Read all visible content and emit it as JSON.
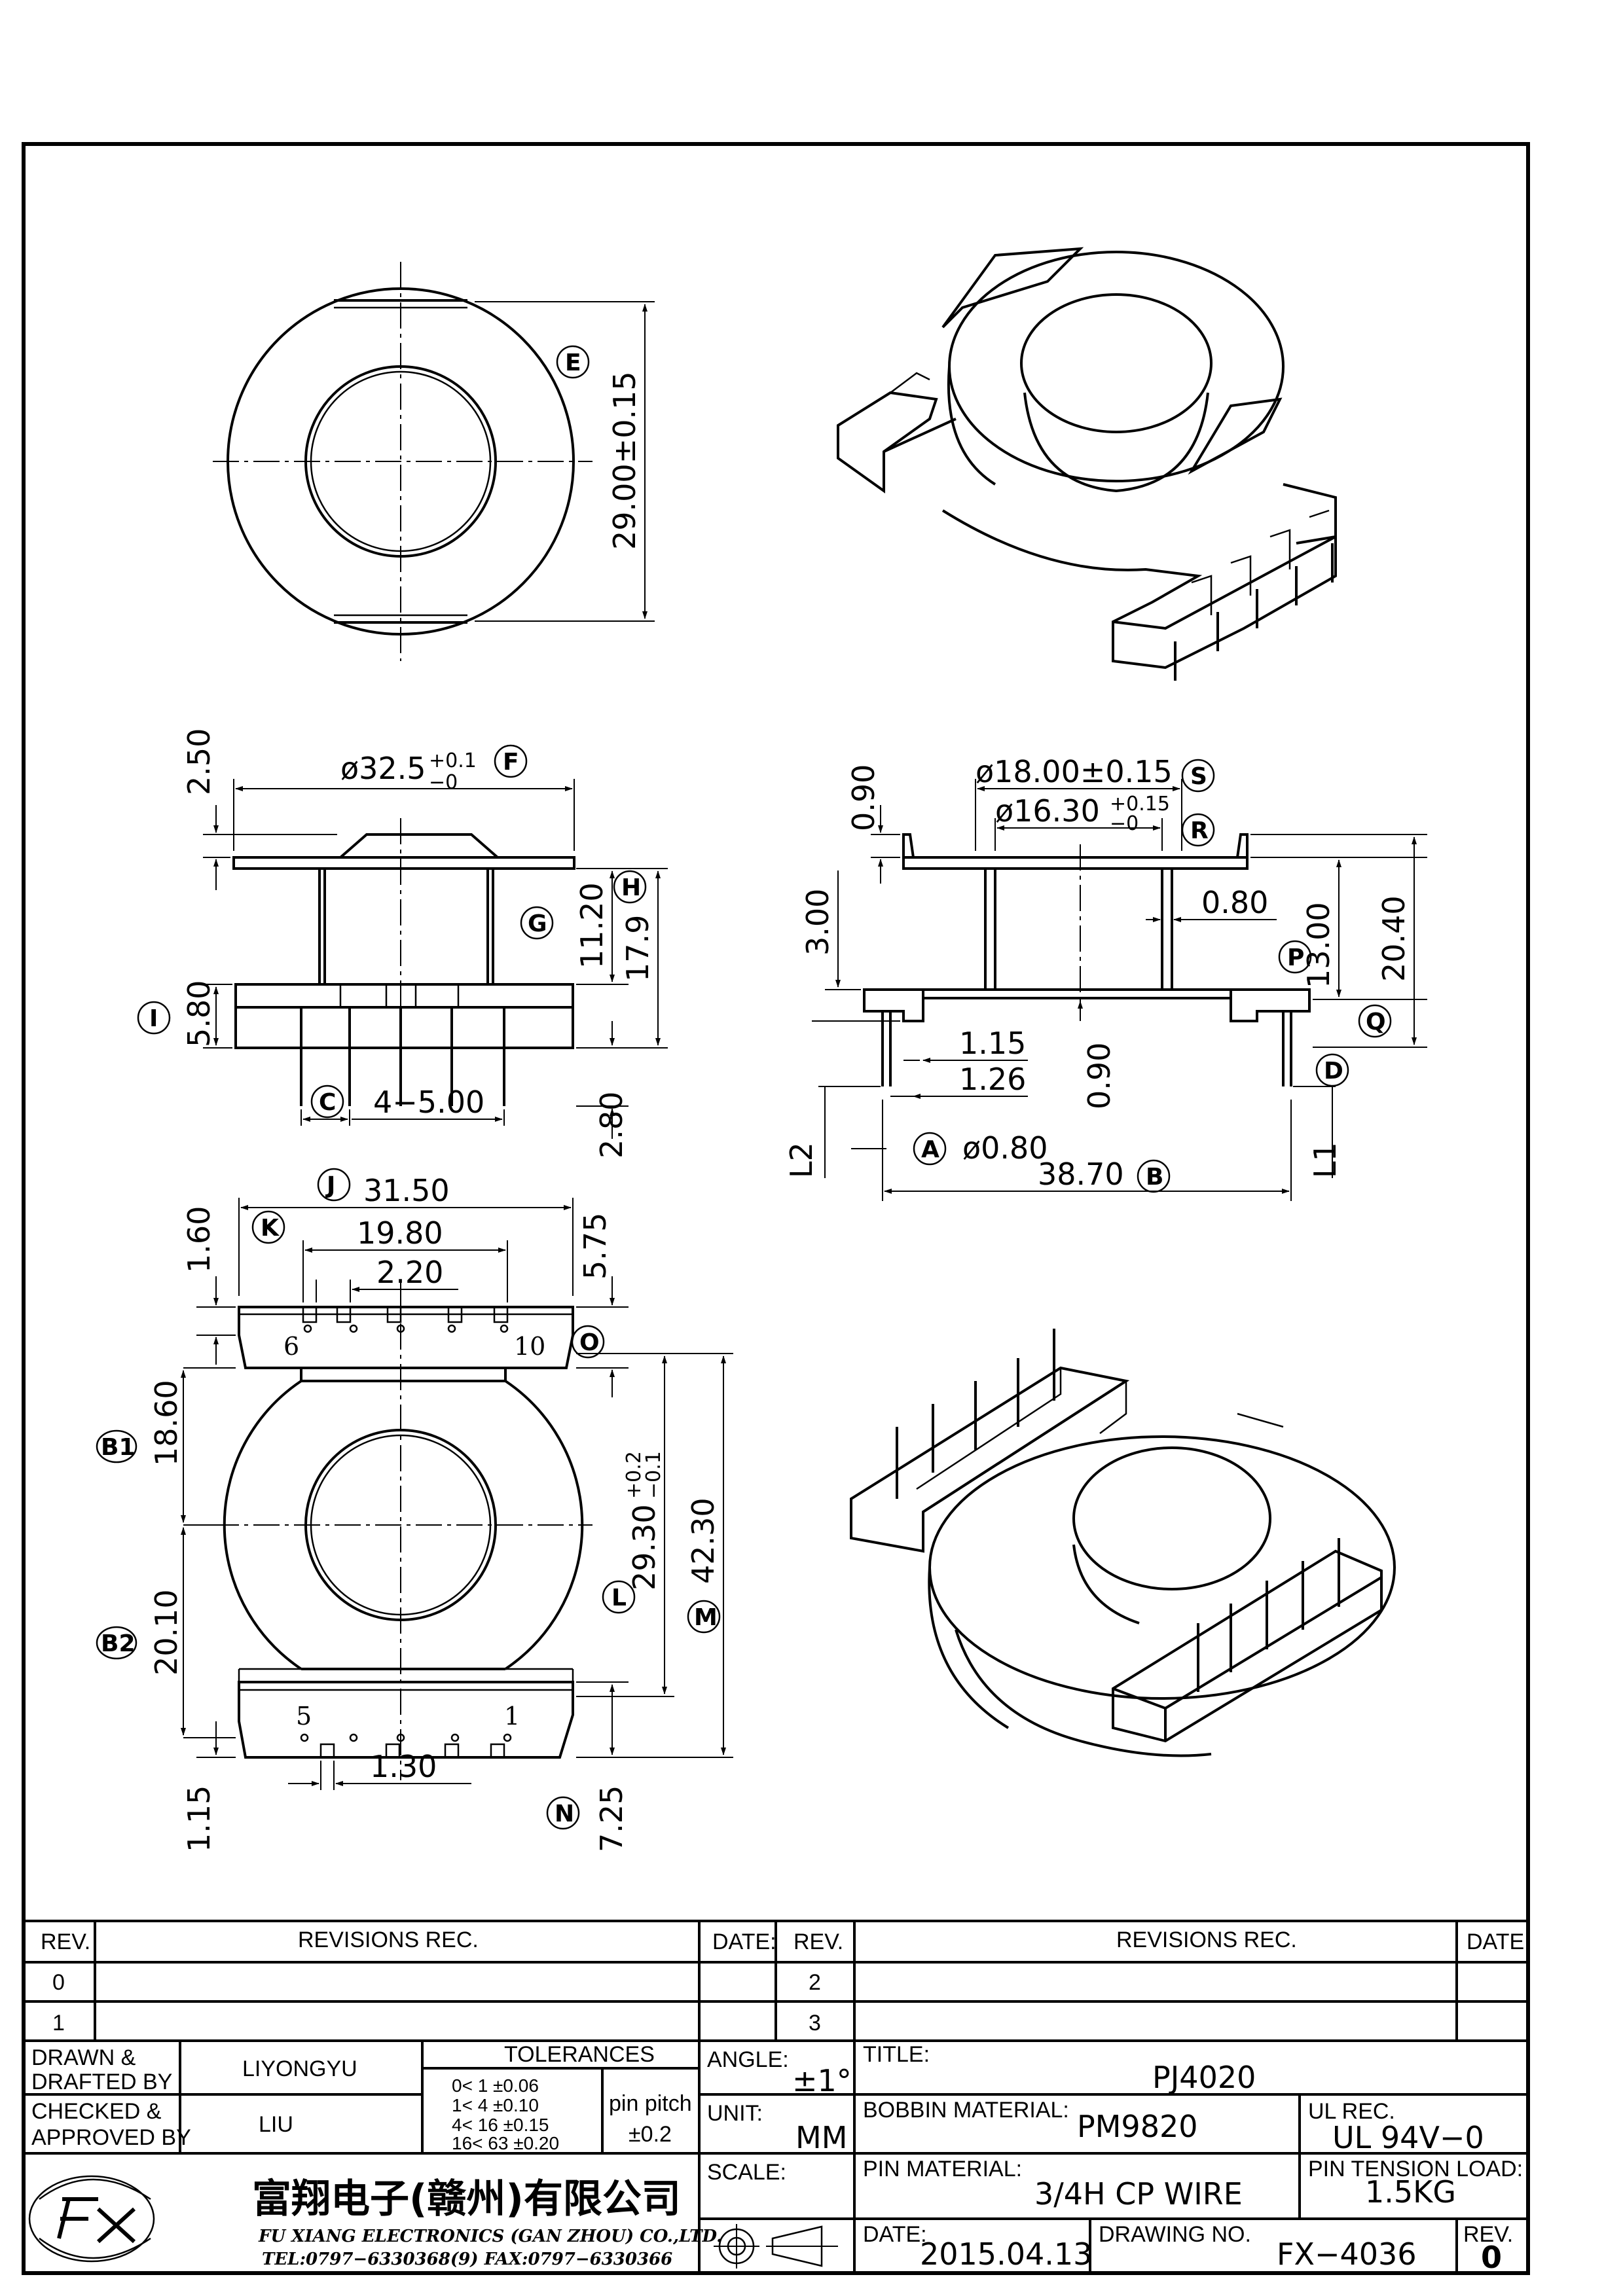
{
  "top_view": {
    "dims": {
      "height_e": "29.00±0.15"
    },
    "bubbles": {
      "e": "E"
    }
  },
  "front_view": {
    "dims": {
      "flange_t": "2.50",
      "dia_f": "ø32.5",
      "dia_f_plus": "+0.1",
      "dia_f_minus": "−0",
      "h_inner": "11.20",
      "h_total": "17.9",
      "base_h": "5.80",
      "pin_pitch": "4−5.00",
      "pin_len": "2.80"
    },
    "bubbles": {
      "f": "F",
      "g": "G",
      "h": "H",
      "i": "I",
      "c": "C"
    }
  },
  "side_view": {
    "dims": {
      "top_t": "0.90",
      "dia_s": "ø18.00±0.15",
      "dia_r": "ø16.30",
      "dia_r_plus": "+0.15",
      "dia_r_minus": "−0",
      "h_3": "3.00",
      "wall": "0.80",
      "h_13": "13.00",
      "h_2040": "20.40",
      "d_115": "1.15",
      "d_126": "1.26",
      "base_090": "0.90",
      "pin_dia": "ø0.80",
      "len_b": "38.70",
      "l2": "L2",
      "l1": "L1"
    },
    "bubbles": {
      "s": "S",
      "r": "R",
      "p": "P",
      "q": "Q",
      "d": "D",
      "a": "A",
      "b": "B"
    }
  },
  "bottom_view": {
    "dims": {
      "w_j": "31.50",
      "w_k": "19.80",
      "w_220": "2.20",
      "t_160": "1.60",
      "t_575": "5.75",
      "b1": "18.60",
      "b2": "20.10",
      "h_l": "29.30",
      "h_l_plus": "+0.2",
      "h_l_minus": "−0.1",
      "h_m": "42.30",
      "w_130": "1.30",
      "t_115": "1.15",
      "t_725": "7.25"
    },
    "pins": {
      "p6": "6",
      "p10": "10",
      "p5": "5",
      "p1": "1"
    },
    "bubbles": {
      "j": "J",
      "k": "K",
      "o": "O",
      "b1": "B1",
      "b2": "B2",
      "l": "L",
      "m": "M",
      "n": "N"
    }
  },
  "title_block": {
    "rev_header": "REV.",
    "revisions_header": "REVISIONS   REC.",
    "date_header": "DATE:",
    "rev_rows": [
      "0",
      "1"
    ],
    "rev_rows_right": [
      "2",
      "3"
    ],
    "drawn_label": "DRAWN &\nDRAFTED BY",
    "drawn_line1": "DRAWN &",
    "drawn_line2": "DRAFTED BY",
    "drawn_by": "LIYONGYU",
    "checked_line1": "CHECKED &",
    "checked_line2": "APPROVED BY",
    "checked_by": "LIU",
    "tolerances_label": "TOLERANCES",
    "tol_rows": [
      "0<   1   ±0.06",
      "1<   4   ±0.10",
      "4<   16  ±0.15",
      "16<  63  ±0.20"
    ],
    "pin_pitch_label": "pin  pitch",
    "pin_pitch_value": "±0.2",
    "angle_label": "ANGLE:",
    "angle_value": "±1°",
    "unit_label": "UNIT:",
    "unit_value": "MM",
    "scale_label": "SCALE:",
    "title_label": "TITLE:",
    "title_value": "PJ4020",
    "bobbin_label": "BOBBIN  MATERIAL:",
    "bobbin_value": "PM9820",
    "ul_label": "UL  REC.",
    "ul_value": "UL  94V−0",
    "pin_material_label": "PIN  MATERIAL:",
    "pin_material_value": "3/4H  CP  WIRE",
    "tension_label": "PIN  TENSION  LOAD:",
    "tension_value": "1.5KG",
    "date_label": "DATE:",
    "date_value": "2015.04.13",
    "drawing_no_label": "DRAWING  NO.",
    "drawing_no_value": "FX−4036",
    "rev_label": "REV.",
    "rev_value": "0",
    "company_cn": "富翔电子(赣州)有限公司",
    "company_en": "FU XIANG ELECTRONICS (GAN ZHOU) CO.,LTD.",
    "company_tel": "TEL:0797−6330368(9)     FAX:0797−6330366"
  }
}
